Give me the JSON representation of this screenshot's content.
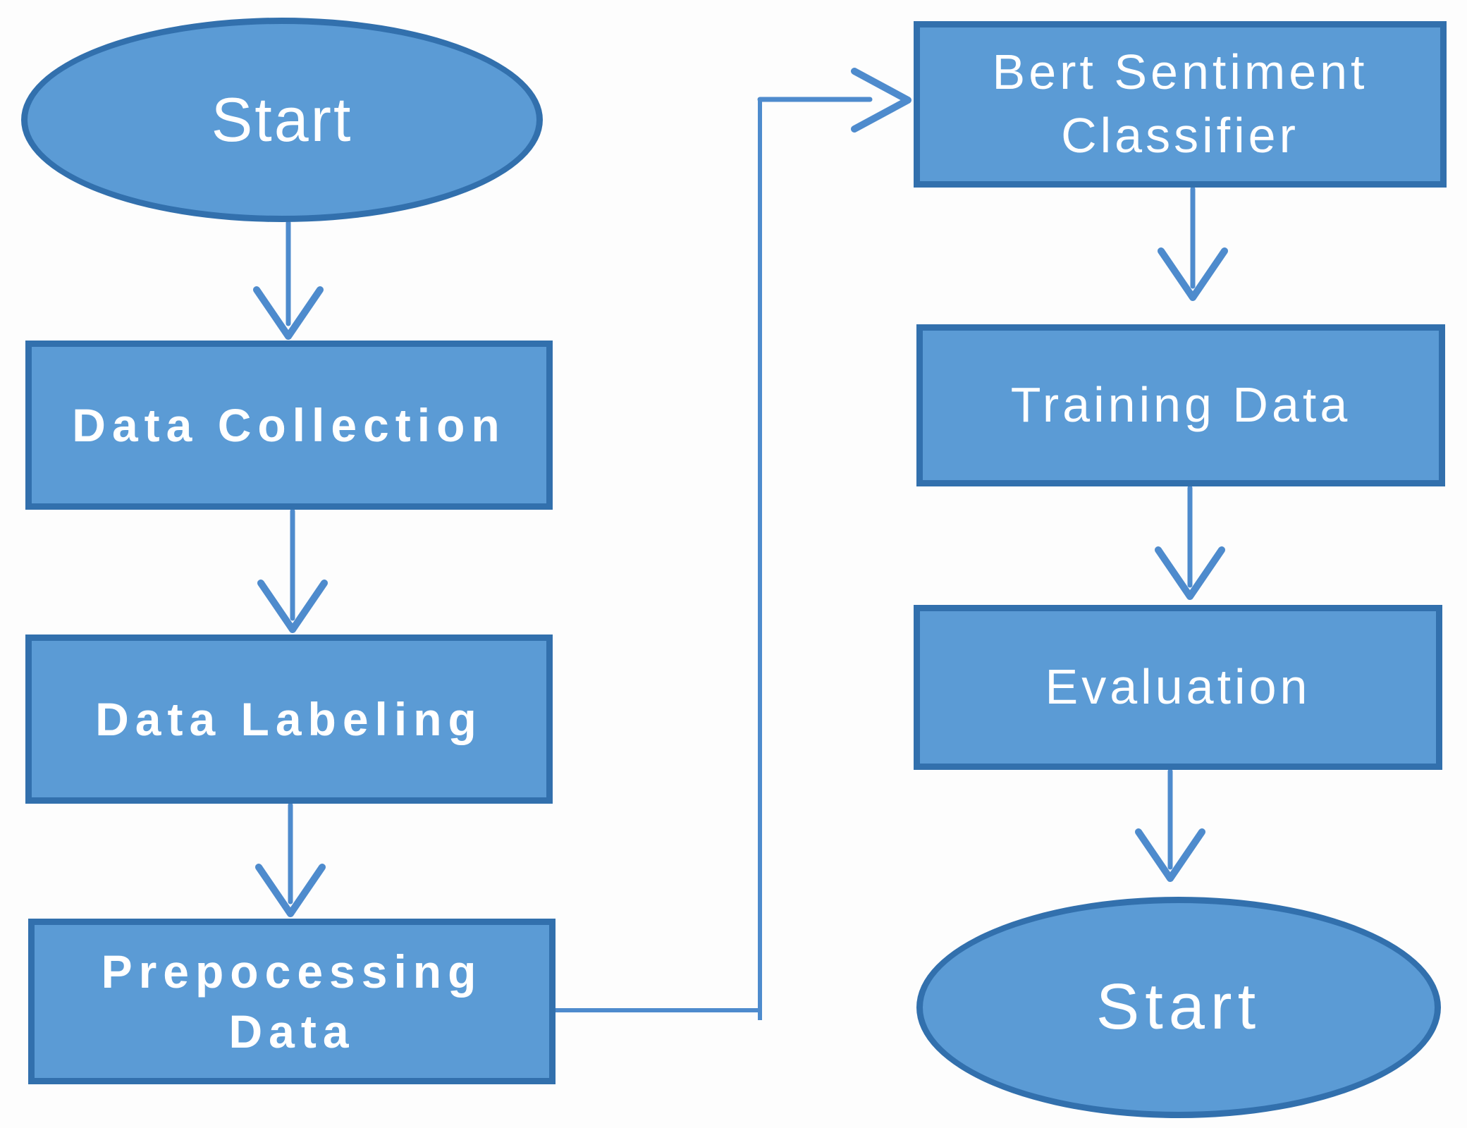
{
  "diagram": {
    "title": "Bert sentiment classification pipeline flowchart",
    "colors": {
      "node_fill": "#5b9bd5",
      "node_border": "#3270ad",
      "arrow": "#4e8bcd",
      "text": "#ffffff",
      "bg": "#fdfdfd"
    },
    "nodes": {
      "start_top": {
        "shape": "ellipse",
        "label": "Start"
      },
      "data_collection": {
        "shape": "rect",
        "label": "Data Collection"
      },
      "data_labeling": {
        "shape": "rect",
        "label": "Data Labeling"
      },
      "preprocessing_data": {
        "shape": "rect",
        "label": "Prepocessing Data"
      },
      "bert_sentiment_classifier": {
        "shape": "rect",
        "label": "Bert Sentiment Classifier"
      },
      "training_data": {
        "shape": "rect",
        "label": "Training Data"
      },
      "evaluation": {
        "shape": "rect",
        "label": "Evaluation"
      },
      "end_bottom": {
        "shape": "ellipse",
        "label": "Start"
      }
    },
    "edges": [
      {
        "from": "start_top",
        "to": "data_collection",
        "style": "straight-down-arrow"
      },
      {
        "from": "data_collection",
        "to": "data_labeling",
        "style": "straight-down-arrow"
      },
      {
        "from": "data_labeling",
        "to": "preprocessing_data",
        "style": "straight-down-arrow"
      },
      {
        "from": "preprocessing_data",
        "to": "bert_sentiment_classifier",
        "style": "elbow-right-up-right-arrow"
      },
      {
        "from": "bert_sentiment_classifier",
        "to": "training_data",
        "style": "straight-down-arrow"
      },
      {
        "from": "training_data",
        "to": "evaluation",
        "style": "straight-down-arrow"
      },
      {
        "from": "evaluation",
        "to": "end_bottom",
        "style": "straight-down-arrow"
      }
    ]
  }
}
